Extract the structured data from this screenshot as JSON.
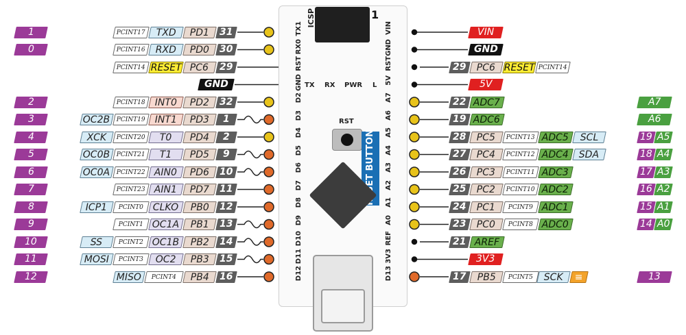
{
  "colors": {
    "digital": "#9b3a98",
    "pin_number": "#5d5d5d",
    "port": "#e9d9cf",
    "power": "#e02020",
    "ground": "#111111",
    "analog": "#6ab04c",
    "reset": "#ffec33",
    "pwm_pin": "#e06a2a",
    "io_pin": "#e8c31a"
  },
  "board": {
    "icsp_label": "ICSP",
    "icsp_pin1": "1",
    "reset_button": "RESET BUTTON",
    "rst_label": "RST",
    "leds": [
      "TX",
      "RX",
      "PWR",
      "L"
    ],
    "left_header": [
      "TX1",
      "RX0",
      "RST",
      "GND",
      "D2",
      "D3",
      "D4",
      "D5",
      "D6",
      "D7",
      "D8",
      "D9",
      "D10",
      "D11",
      "D12"
    ],
    "right_header": [
      "VIN",
      "GND",
      "RST",
      "5V",
      "A7",
      "A6",
      "A5",
      "A4",
      "A3",
      "A2",
      "A1",
      "A0",
      "REF",
      "3V3",
      "D13"
    ]
  },
  "left_pins": [
    {
      "digital": "1",
      "pcint": "PCINT17",
      "func": "TXD",
      "func_style": "serial",
      "port": "PD1",
      "pin": "31",
      "type": "io"
    },
    {
      "digital": "0",
      "pcint": "PCINT16",
      "func": "RXD",
      "func_style": "serial",
      "port": "PD0",
      "pin": "30",
      "type": "io"
    },
    {
      "pcint": "PCINT14",
      "func": "RESET",
      "func_style": "reset",
      "port": "PC6",
      "pin": "29",
      "type": "none"
    },
    {
      "gnd": "GND",
      "type": "none"
    },
    {
      "digital": "2",
      "pcint": "PCINT18",
      "func": "INT0",
      "func_style": "int",
      "port": "PD2",
      "pin": "32",
      "type": "io"
    },
    {
      "digital": "3",
      "extra": "OC2B",
      "pcint": "PCINT19",
      "func": "INT1",
      "func_style": "int",
      "port": "PD3",
      "pin": "1",
      "type": "pwm"
    },
    {
      "digital": "4",
      "extra": "XCK",
      "pcint": "PCINT20",
      "func": "T0",
      "func_style": "tim",
      "port": "PD4",
      "pin": "2",
      "type": "io"
    },
    {
      "digital": "5",
      "extra": "OC0B",
      "pcint": "PCINT21",
      "func": "T1",
      "func_style": "tim",
      "port": "PD5",
      "pin": "9",
      "type": "pwm"
    },
    {
      "digital": "6",
      "extra": "OC0A",
      "pcint": "PCINT22",
      "func": "AIN0",
      "func_style": "tim",
      "port": "PD6",
      "pin": "10",
      "type": "pwm"
    },
    {
      "digital": "7",
      "pcint": "PCINT23",
      "func": "AIN1",
      "func_style": "tim",
      "port": "PD7",
      "pin": "11",
      "type": "io2"
    },
    {
      "digital": "8",
      "extra": "ICP1",
      "pcint": "PCINT0",
      "func": "CLKO",
      "func_style": "tim",
      "port": "PB0",
      "pin": "12",
      "type": "io2"
    },
    {
      "digital": "9",
      "pcint": "PCINT1",
      "func": "OC1A",
      "func_style": "tim",
      "port": "PB1",
      "pin": "13",
      "type": "pwm"
    },
    {
      "digital": "10",
      "extra": "SS",
      "pcint": "PCINT2",
      "func": "OC1B",
      "func_style": "tim",
      "port": "PB2",
      "pin": "14",
      "type": "pwm"
    },
    {
      "digital": "11",
      "extra": "MOSI",
      "pcint": "PCINT3",
      "func": "OC2",
      "func_style": "tim",
      "port": "PB3",
      "pin": "15",
      "type": "pwm"
    },
    {
      "digital": "12",
      "func": "MISO",
      "func_style": "serial",
      "pcint": "PCINT4",
      "port": "PB4",
      "pin": "16",
      "type": "io2"
    }
  ],
  "right_pins": [
    {
      "power": "VIN",
      "power_style": "red"
    },
    {
      "power": "GND",
      "power_style": "black"
    },
    {
      "pin": "29",
      "port": "PC6",
      "func": "RESET",
      "func_style": "reset",
      "pcint": "PCINT14"
    },
    {
      "power": "5V",
      "power_style": "red"
    },
    {
      "pin": "22",
      "adc": "ADC7",
      "analog": "A7",
      "type": "io"
    },
    {
      "pin": "19",
      "adc": "ADC6",
      "analog": "A6",
      "type": "io"
    },
    {
      "pin": "28",
      "port": "PC5",
      "pcint": "PCINT13",
      "adc": "ADC5",
      "extra": "SCL",
      "digital": "19",
      "analog": "A5",
      "type": "io"
    },
    {
      "pin": "27",
      "port": "PC4",
      "pcint": "PCINT12",
      "adc": "ADC4",
      "extra": "SDA",
      "digital": "18",
      "analog": "A4",
      "type": "io"
    },
    {
      "pin": "26",
      "port": "PC3",
      "pcint": "PCINT11",
      "adc": "ADC3",
      "digital": "17",
      "analog": "A3",
      "type": "io"
    },
    {
      "pin": "25",
      "port": "PC2",
      "pcint": "PCINT10",
      "adc": "ADC2",
      "digital": "16",
      "analog": "A2",
      "type": "io"
    },
    {
      "pin": "24",
      "port": "PC1",
      "pcint": "PCINT9",
      "adc": "ADC1",
      "digital": "15",
      "analog": "A1",
      "type": "io"
    },
    {
      "pin": "23",
      "port": "PC0",
      "pcint": "PCINT8",
      "adc": "ADC0",
      "digital": "14",
      "analog": "A0",
      "type": "io"
    },
    {
      "pin": "21",
      "adc": "AREF"
    },
    {
      "power": "3V3",
      "power_style": "red"
    },
    {
      "pin": "17",
      "port": "PB5",
      "pcint": "PCINT5",
      "extra": "SCK",
      "digital": "13",
      "type": "pwm"
    }
  ]
}
